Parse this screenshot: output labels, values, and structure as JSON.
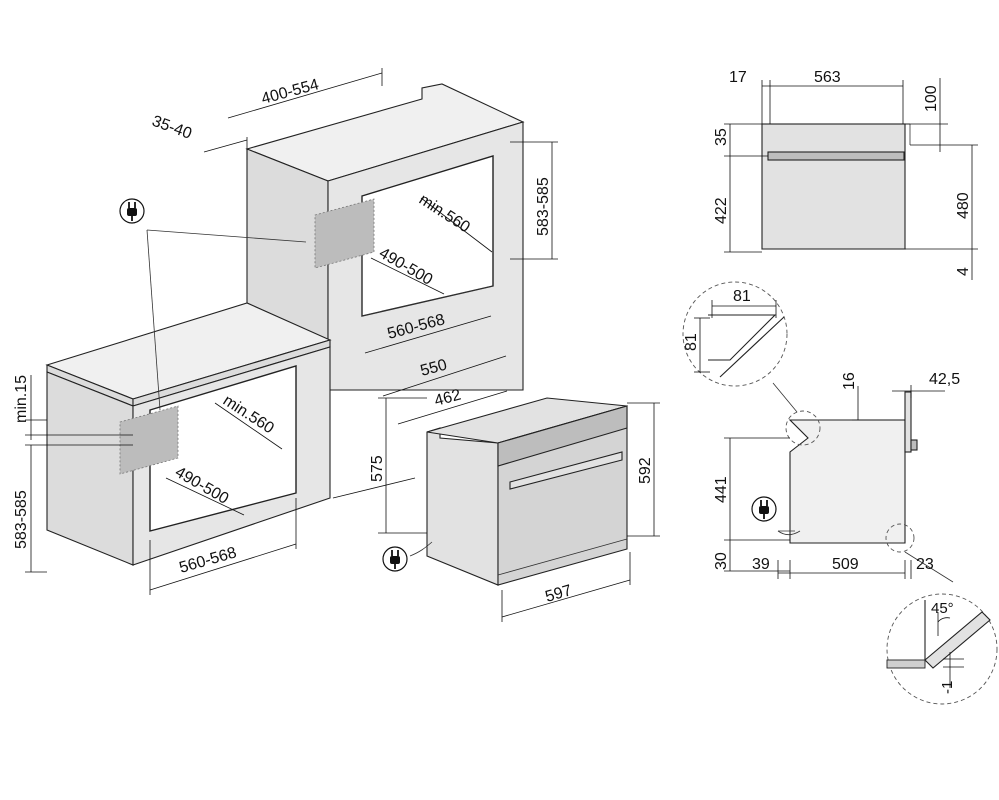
{
  "labels": {
    "upper_depth": "400-554",
    "upper_gap": "35-40",
    "upper_cut_depth": "min.560",
    "upper_height": "583-585",
    "upper_inner": "490-500",
    "upper_width": "560-568",
    "lower_min": "min.15",
    "lower_height": "583-585",
    "lower_cut_depth": "min.560",
    "lower_inner": "490-500",
    "lower_width": "560-568",
    "oven_depth": "550",
    "oven_body_depth": "462",
    "oven_height_body": "575",
    "oven_front_height": "592",
    "oven_front_width": "597",
    "side_17": "17",
    "side_563": "563",
    "side_100": "100",
    "side_35": "35",
    "side_422": "422",
    "side_480": "480",
    "side_4": "4",
    "detail_81a": "81",
    "detail_81b": "81",
    "prof_16": "16",
    "prof_425": "42,5",
    "prof_441": "441",
    "prof_30": "30",
    "prof_39": "39",
    "prof_509": "509",
    "prof_23": "23",
    "detail_45": "45°",
    "detail_minus1": "-1"
  },
  "icons": {
    "plug_upper": "plug-icon",
    "plug_oven": "plug-icon",
    "plug_profile": "plug-icon"
  },
  "colors": {
    "cabinet": "#e6e6e6",
    "oven_body": "#d4d4d4",
    "line": "#222222"
  }
}
